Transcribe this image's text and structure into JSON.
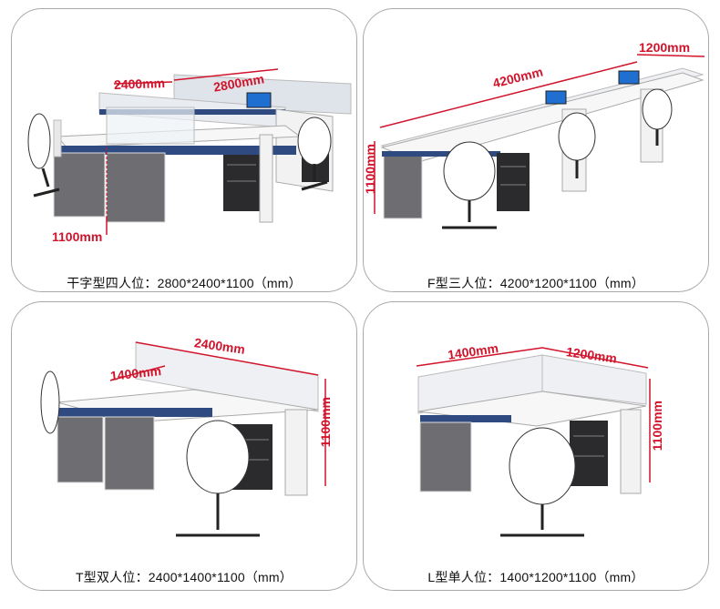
{
  "panels": [
    {
      "caption": "干字型四人位：2800*2400*1100（mm）",
      "dims": {
        "length": "2800mm",
        "width": "2400mm",
        "height": "1100mm"
      }
    },
    {
      "caption": "F型三人位：4200*1200*1100（mm）",
      "dims": {
        "length": "4200mm",
        "width": "1200mm",
        "height": "1100mm"
      }
    },
    {
      "caption": "T型双人位：2400*1400*1100（mm）",
      "dims": {
        "length": "2400mm",
        "width": "1400mm",
        "height": "1100mm"
      }
    },
    {
      "caption": "L型单人位：1400*1200*1100（mm）",
      "dims": {
        "length": "1400mm",
        "width": "1200mm",
        "height": "1100mm"
      }
    }
  ],
  "colors": {
    "dimension": "#d1142b",
    "partition_blue": "#2f4a80",
    "panel_grey": "#6e6e72",
    "desk_white": "#f4f4f4",
    "cabinet": "#2b2b2e",
    "frame": "#e8e8ea"
  }
}
